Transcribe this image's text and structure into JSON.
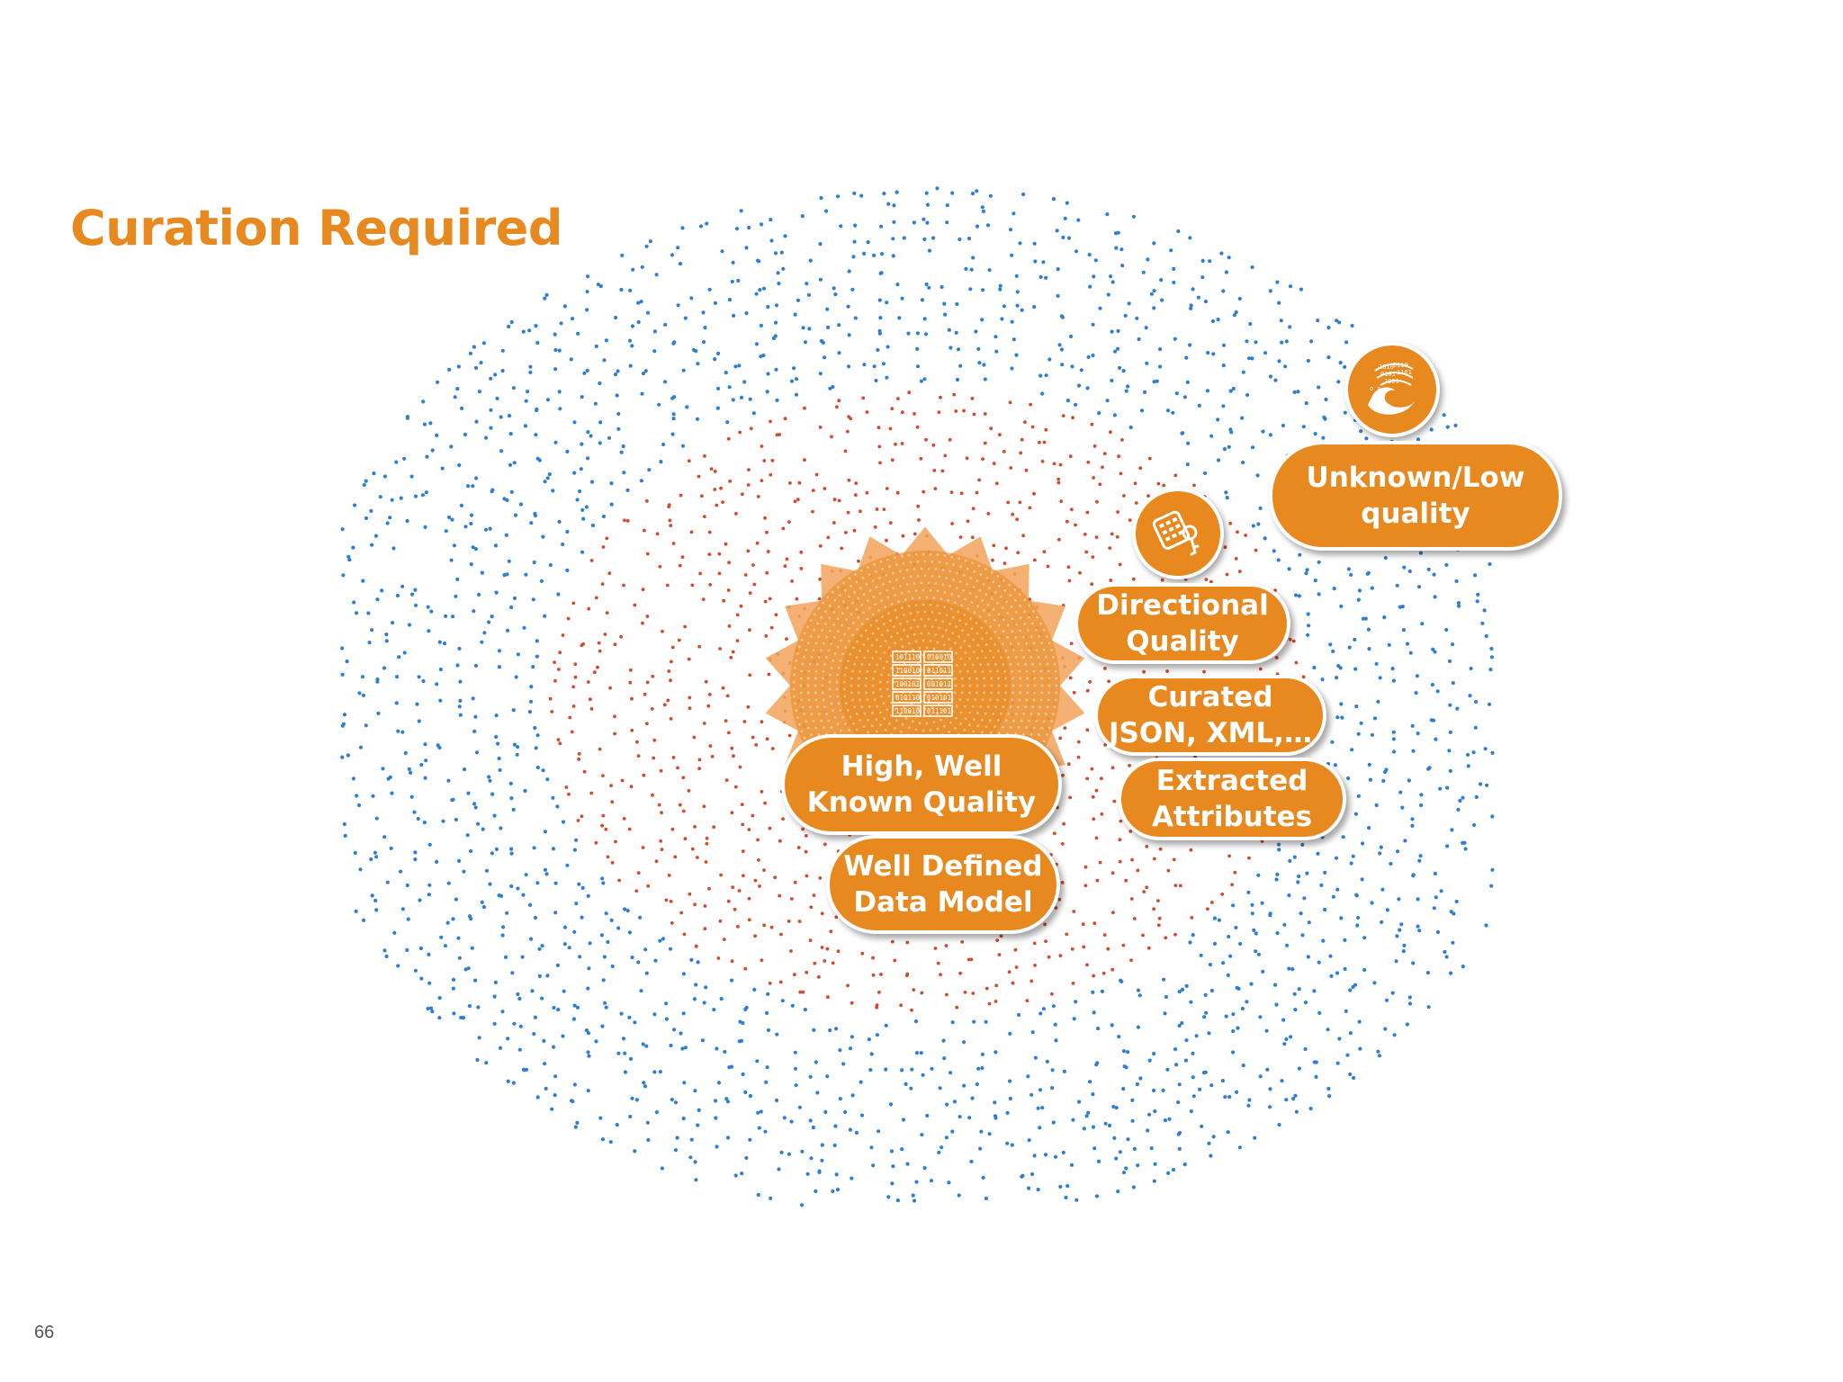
{
  "title": "Curation Required",
  "page_number": "66",
  "colors": {
    "accent": "#E8891F",
    "title": "#E8891F",
    "dots_outer": "#2E7FD1",
    "dots_inner": "#D24A2E"
  },
  "labels": {
    "high_quality": "High, Well\nKnown Quality",
    "data_model": "Well Defined\nData Model",
    "directional": "Directional\nQuality",
    "curated": "Curated\nJSON, XML,…",
    "extracted": "Extracted\nAttributes",
    "unknown": "Unknown/Low\nquality"
  },
  "icons": {
    "center": "database-binary-icon",
    "directional": "keyboard-key-icon",
    "unknown": "data-wave-icon"
  },
  "binary_rows": [
    [
      "101110",
      "010010"
    ],
    [
      "110010",
      "011011"
    ],
    [
      "100101",
      "001011"
    ],
    [
      "010110",
      "010101"
    ],
    [
      "110010",
      "011101"
    ]
  ]
}
